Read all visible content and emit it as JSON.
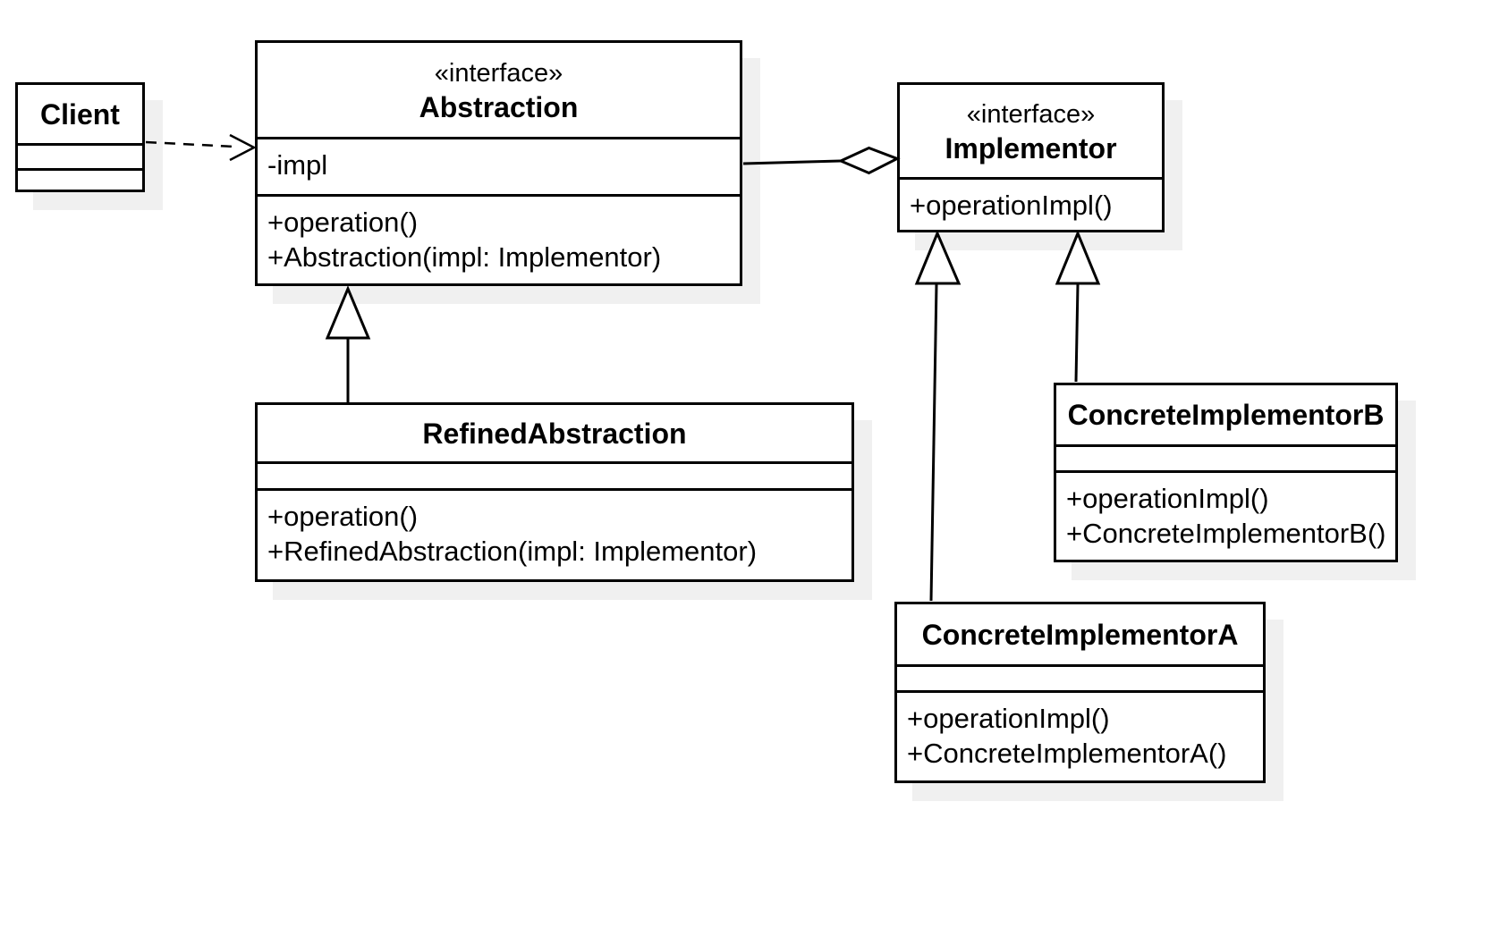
{
  "colors": {
    "stroke": "#000000",
    "box_fill": "#ffffff",
    "shadow": "#f0f0f0",
    "background": "#ffffff"
  },
  "classes": {
    "client": {
      "name": "Client",
      "attributes": [],
      "methods": []
    },
    "abstraction": {
      "stereotype": "«interface»",
      "name": "Abstraction",
      "attributes": [
        "-impl"
      ],
      "methods": [
        "+operation()",
        "+Abstraction(impl: Implementor)"
      ]
    },
    "implementor": {
      "stereotype": "«interface»",
      "name": "Implementor",
      "attributes": [],
      "methods": [
        "+operationImpl()"
      ]
    },
    "refined_abstraction": {
      "name": "RefinedAbstraction",
      "attributes": [],
      "methods": [
        "+operation()",
        "+RefinedAbstraction(impl: Implementor)"
      ]
    },
    "concrete_implementor_b": {
      "name": "ConcreteImplementorB",
      "attributes": [],
      "methods": [
        "+operationImpl()",
        "+ConcreteImplementorB()"
      ]
    },
    "concrete_implementor_a": {
      "name": "ConcreteImplementorA",
      "attributes": [],
      "methods": [
        "+operationImpl()",
        "+ConcreteImplementorA()"
      ]
    }
  },
  "relationships": [
    {
      "from": "Client",
      "to": "Abstraction",
      "type": "dependency",
      "line": "dashed",
      "head": "open-arrow"
    },
    {
      "from": "Abstraction",
      "to": "Implementor",
      "type": "aggregation",
      "line": "solid",
      "head": "hollow-diamond-at-implementor"
    },
    {
      "from": "RefinedAbstraction",
      "to": "Abstraction",
      "type": "generalization",
      "line": "solid",
      "head": "hollow-triangle"
    },
    {
      "from": "ConcreteImplementorA",
      "to": "Implementor",
      "type": "generalization",
      "line": "solid",
      "head": "hollow-triangle"
    },
    {
      "from": "ConcreteImplementorB",
      "to": "Implementor",
      "type": "generalization",
      "line": "solid",
      "head": "hollow-triangle"
    }
  ]
}
